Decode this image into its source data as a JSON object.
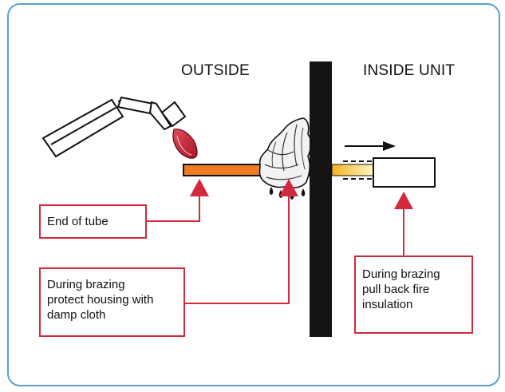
{
  "headings": {
    "outside": "OUTSIDE",
    "inside": "INSIDE UNIT"
  },
  "labels": {
    "end_of_tube": "End of tube",
    "protect_housing": [
      "During brazing",
      "protect housing with",
      "damp cloth"
    ],
    "pull_back": [
      "During brazing",
      "pull back fire",
      "insulation"
    ]
  },
  "colors": {
    "frame_border": "#5aa0cf",
    "callout_red": "#d22a3c",
    "tube_orange": "#ee7d22",
    "wall": "#141414",
    "flame_red": "#c8283a"
  },
  "icons": {
    "torch": "brazing-torch",
    "flame": "flame",
    "cloth": "damp-cloth",
    "arrow": "direction-arrow"
  }
}
